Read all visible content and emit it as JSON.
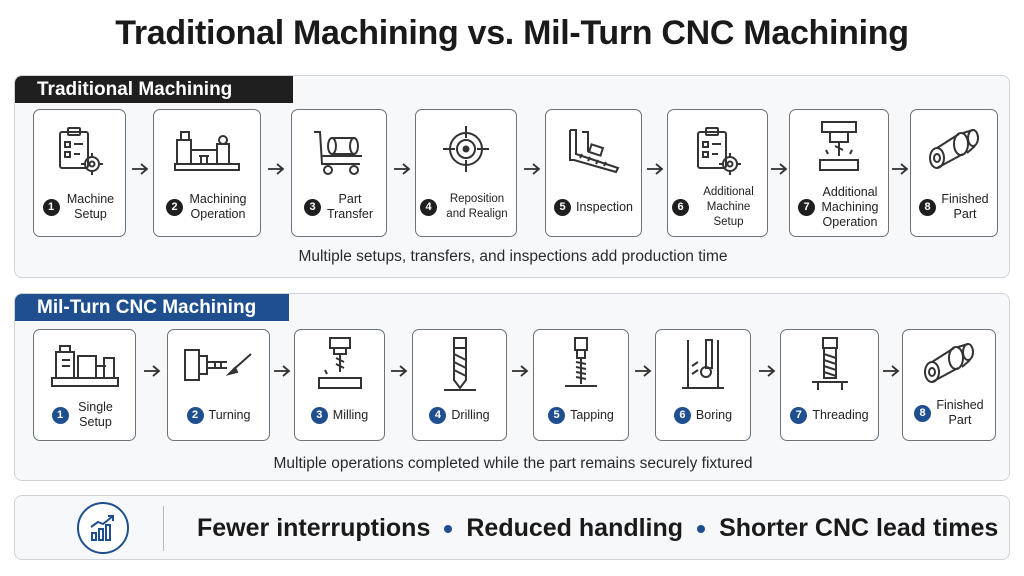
{
  "title": "Traditional Machining vs. Mil-Turn CNC Machining",
  "traditional": {
    "label": "Traditional Machining",
    "steps": [
      {
        "num": "1",
        "text": "Machine Setup",
        "icon": "checklist-gear-icon"
      },
      {
        "num": "2",
        "text": "Machining Operation",
        "icon": "lathe-icon"
      },
      {
        "num": "3",
        "text": "Part Transfer",
        "icon": "cart-icon"
      },
      {
        "num": "4",
        "text": "Reposition and Realign",
        "icon": "target-icon"
      },
      {
        "num": "5",
        "text": "Inspection",
        "icon": "caliper-icon"
      },
      {
        "num": "6",
        "text": "Additional Machine Setup",
        "icon": "checklist-gear-icon"
      },
      {
        "num": "7",
        "text": "Additional Machining Operation",
        "icon": "mill-spindle-icon"
      },
      {
        "num": "8",
        "text": "Finished Part",
        "icon": "finished-part-icon"
      }
    ],
    "caption": "Multiple setups, transfers, and inspections add production time"
  },
  "millturn": {
    "label": "Mil-Turn CNC Machining",
    "steps": [
      {
        "num": "1",
        "text": "Single Setup",
        "icon": "machine-icon"
      },
      {
        "num": "2",
        "text": "Turning",
        "icon": "turning-icon"
      },
      {
        "num": "3",
        "text": "Milling",
        "icon": "milling-icon"
      },
      {
        "num": "4",
        "text": "Drilling",
        "icon": "drill-icon"
      },
      {
        "num": "5",
        "text": "Tapping",
        "icon": "tap-icon"
      },
      {
        "num": "6",
        "text": "Boring",
        "icon": "boring-icon"
      },
      {
        "num": "7",
        "text": "Threading",
        "icon": "thread-icon"
      },
      {
        "num": "8",
        "text": "Finished Part",
        "icon": "finished-part-icon"
      }
    ],
    "caption": "Multiple operations completed while the part remains securely fixtured"
  },
  "benefits": {
    "icon": "growth-chart-icon",
    "items": [
      "Fewer interruptions",
      "Reduced handling",
      "Shorter CNC lead times"
    ]
  },
  "colors": {
    "dark": "#1f1f1f",
    "blue": "#1f4f8f"
  }
}
